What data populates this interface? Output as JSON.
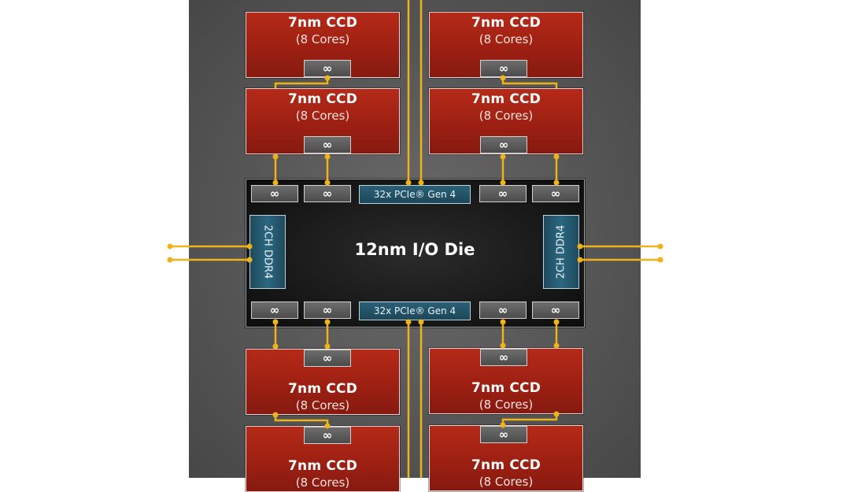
{
  "io_die": {
    "title": "12nm I/O Die",
    "pcie_label": "32x PCIe® Gen 4",
    "ddr_label": "2CH DDR4",
    "link_symbol": "∞"
  },
  "ccd": {
    "title": "7nm CCD",
    "subtitle": "(8 Cores)",
    "link_symbol": "∞"
  },
  "colors": {
    "substrate": "#5a5a5a",
    "ccd_red": "#9b1f12",
    "io_die": "#161616",
    "pcie_blue": "#1d4759",
    "wire": "#f0b21a"
  }
}
